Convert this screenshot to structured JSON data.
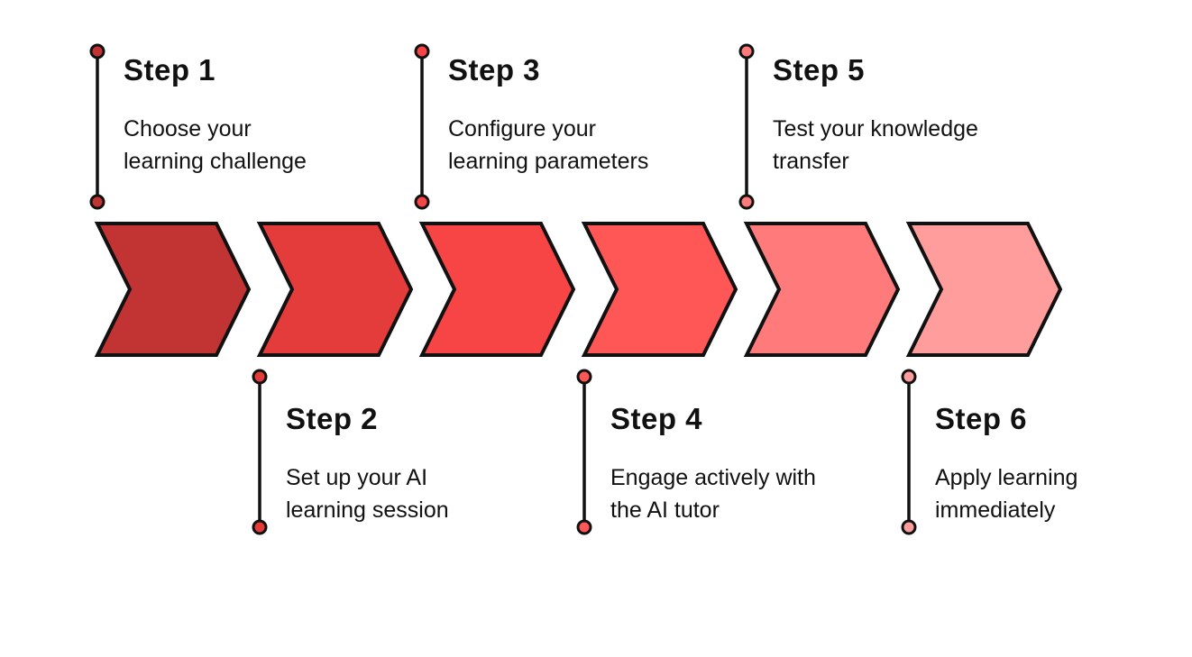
{
  "diagram": {
    "type": "process-flow-chevrons",
    "background": "#FFFFFF",
    "outline_color": "#111111",
    "steps": [
      {
        "label": "Step 1",
        "description": "Choose your\nlearning challenge",
        "color": "#C23434",
        "position": "top"
      },
      {
        "label": "Step 2",
        "description": "Set up your AI\nlearning session",
        "color": "#E43B3B",
        "position": "bottom"
      },
      {
        "label": "Step 3",
        "description": "Configure your\nlearning parameters",
        "color": "#F74444",
        "position": "top"
      },
      {
        "label": "Step 4",
        "description": "Engage actively with\nthe AI tutor",
        "color": "#FF5656",
        "position": "bottom"
      },
      {
        "label": "Step 5",
        "description": "Test your knowledge\ntransfer",
        "color": "#FF7B7B",
        "position": "top"
      },
      {
        "label": "Step 6",
        "description": "Apply learning\nimmediately",
        "color": "#FF9D9D",
        "position": "bottom"
      }
    ]
  }
}
